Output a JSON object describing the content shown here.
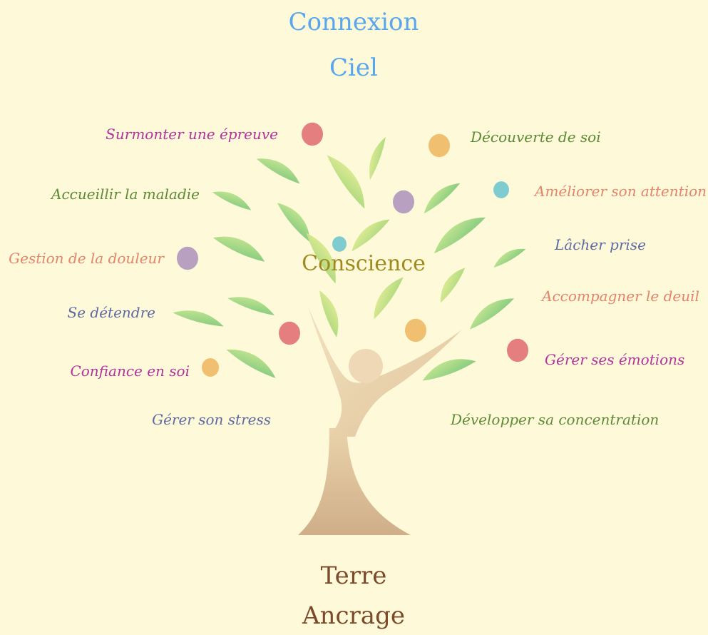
{
  "top": {
    "line1": "Connexion",
    "line2": "Ciel",
    "color": "#57a6ee"
  },
  "bottom": {
    "line1": "Terre",
    "line2": "Ancrage",
    "color": "#7a4a2a"
  },
  "center": {
    "label": "Conscience",
    "color": "#a08a1e"
  },
  "labels": {
    "surmonter": "Surmonter une épreuve",
    "accueillir": "Accueillir la maladie",
    "douleur": "Gestion de la douleur",
    "detendre": "Se détendre",
    "confiance": "Confiance en soi",
    "stress": "Gérer son stress",
    "decouverte": "Découverte de soi",
    "attention": "Améliorer son attention",
    "lacher": "Lâcher prise",
    "deuil": "Accompagner le deuil",
    "emotions": "Gérer ses émotions",
    "concentration": "Développer sa concentration"
  },
  "colors": {
    "magenta": "#b4329c",
    "green": "#5c8a35",
    "salmon": "#e5836c",
    "slate": "#5d6aa2",
    "leaf_dark": "#8fcf7a",
    "leaf_light": "#cde77e",
    "trunk": "#d2b48c",
    "trunk_light": "#eedcb5",
    "dot_red": "#e57f7f",
    "dot_orange": "#f0bf70",
    "dot_purple": "#b8a0c0",
    "dot_teal": "#7ecbd0"
  }
}
